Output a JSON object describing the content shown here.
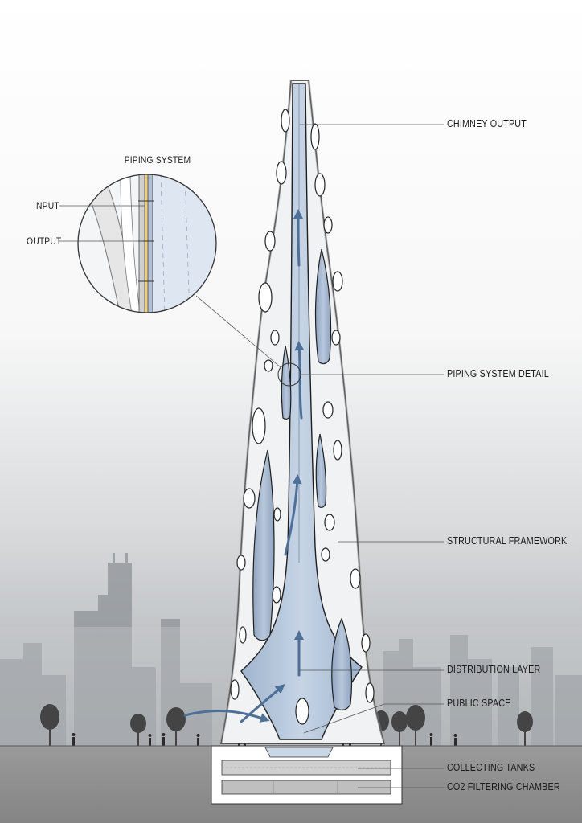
{
  "inset": {
    "title": "PIPING SYSTEM",
    "input_label": "INPUT",
    "output_label": "OUTPUT"
  },
  "labels": {
    "chimney_output": "CHIMNEY OUTPUT",
    "piping_system_detail": "PIPING SYSTEM DETAIL",
    "structural_framework": "STRUCTURAL FRAMEWORK",
    "distribution_layer": "DISTRIBUTION LAYER",
    "public_space": "PUBLIC SPACE",
    "collecting_tanks": "COLLECTING TANKS",
    "co2_filtering_chamber": "CO2 FILTERING CHAMBER"
  },
  "colors": {
    "sky_top": "#ffffff",
    "smog": "#bfc3c6",
    "ground": "#8d8d8d",
    "tower_blue": "#a9bdd6",
    "flow_arrow": "#4d6f98",
    "frame": "#ececec",
    "outline": "#222222"
  }
}
